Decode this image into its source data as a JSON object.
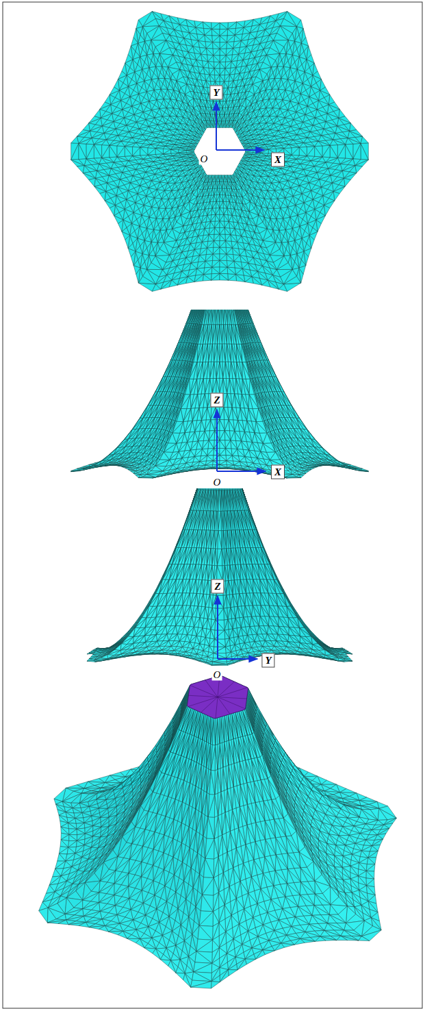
{
  "diagram": {
    "labels": [
      "Y",
      "O",
      "X",
      "Z",
      "O",
      "X",
      "Z",
      "O",
      "Y"
    ]
  }
}
